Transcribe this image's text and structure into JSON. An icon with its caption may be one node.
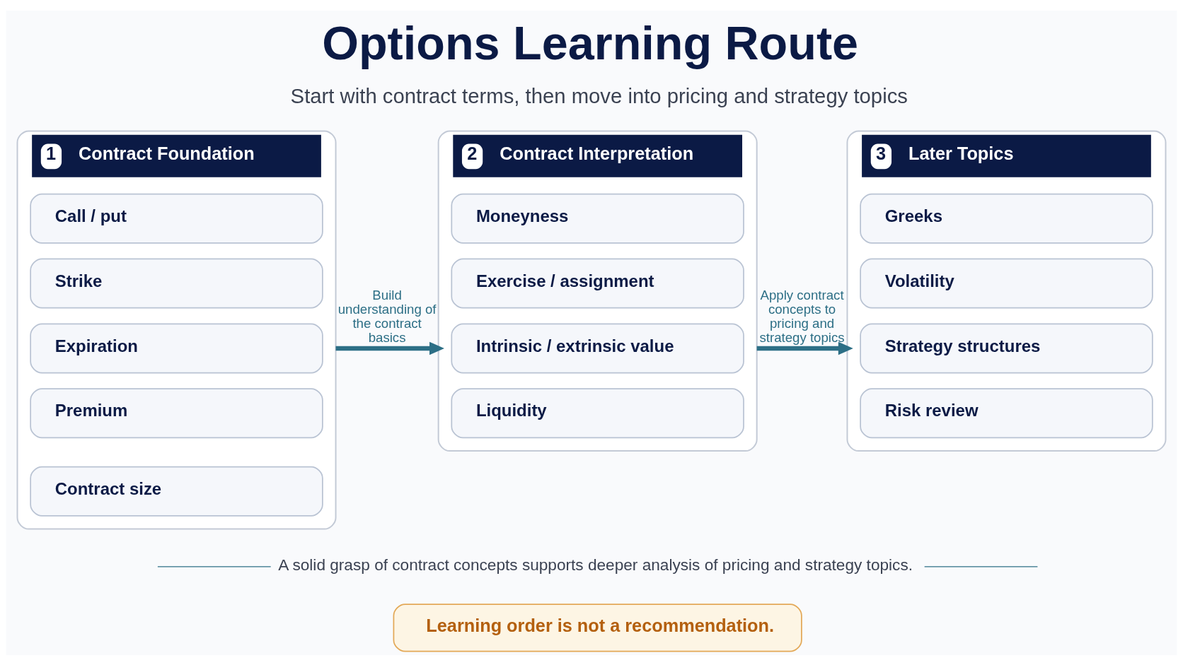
{
  "diagram": {
    "title": "Options Learning Route",
    "nodes": [
      {
        "text": [
          "1",
          "Contract Foundation"
        ]
      },
      {
        "text": [
          "Call / put"
        ],
        "in": 0
      },
      {
        "text": [
          "Strike"
        ],
        "in": 0
      },
      {
        "text": [
          "Expiration"
        ],
        "in": 0
      },
      {
        "text": [
          "Premium"
        ],
        "in": 0
      },
      {
        "text": [
          "Contract size"
        ],
        "in": 0
      },
      {
        "text": [
          "2",
          "Contract Interpretation"
        ]
      },
      {
        "text": [
          "Moneyness"
        ],
        "in": 6
      },
      {
        "text": [
          "Exercise / assignment"
        ],
        "in": 6
      },
      {
        "text": [
          "Intrinsic / extrinsic value"
        ],
        "in": 6
      },
      {
        "text": [
          "Liquidity"
        ],
        "in": 6
      },
      {
        "text": [
          "3",
          "Later Topics"
        ]
      },
      {
        "text": [
          "Greeks"
        ],
        "in": 11
      },
      {
        "text": [
          "Volatility"
        ],
        "in": 11
      },
      {
        "text": [
          "Strategy structures"
        ],
        "in": 11
      },
      {
        "text": [
          "Risk review"
        ],
        "in": 11
      },
      {
        "text": [
          "Learning order is not a recommendation."
        ]
      }
    ],
    "edges": [
      {
        "from": 0,
        "to": 6,
        "arrow": "to",
        "label": "Build understanding of the contract basics"
      },
      {
        "from": 6,
        "to": 11,
        "arrow": "to",
        "label": "Apply contract concepts to pricing and strategy topics"
      }
    ],
    "labels": [
      "Start with contract terms, then move into pricing and strategy topics",
      "A solid grasp of contract concepts supports deeper analysis of pricing and strategy topics."
    ]
  }
}
